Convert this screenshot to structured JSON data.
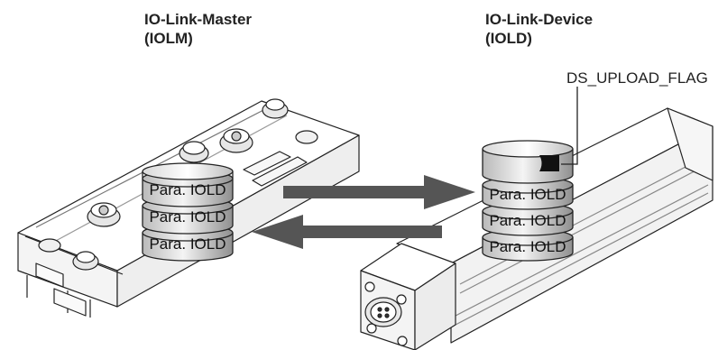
{
  "master": {
    "title_line1": "IO-Link-Master",
    "title_line2": "(IOLM)"
  },
  "device": {
    "title_line1": "IO-Link-Device",
    "title_line2": "(IOLD)"
  },
  "flag_label": "DS_UPLOAD_FLAG",
  "master_stack": [
    "Para. IOLD",
    "Para. IOLD",
    "Para. IOLD"
  ],
  "device_stack": [
    "Para. IOLD",
    "Para. IOLD",
    "Para. IOLD"
  ],
  "colors": {
    "arrow": "#555555",
    "outline": "#222222",
    "disk_light": "#f2f2f2",
    "disk_dark": "#9a9a9a"
  }
}
